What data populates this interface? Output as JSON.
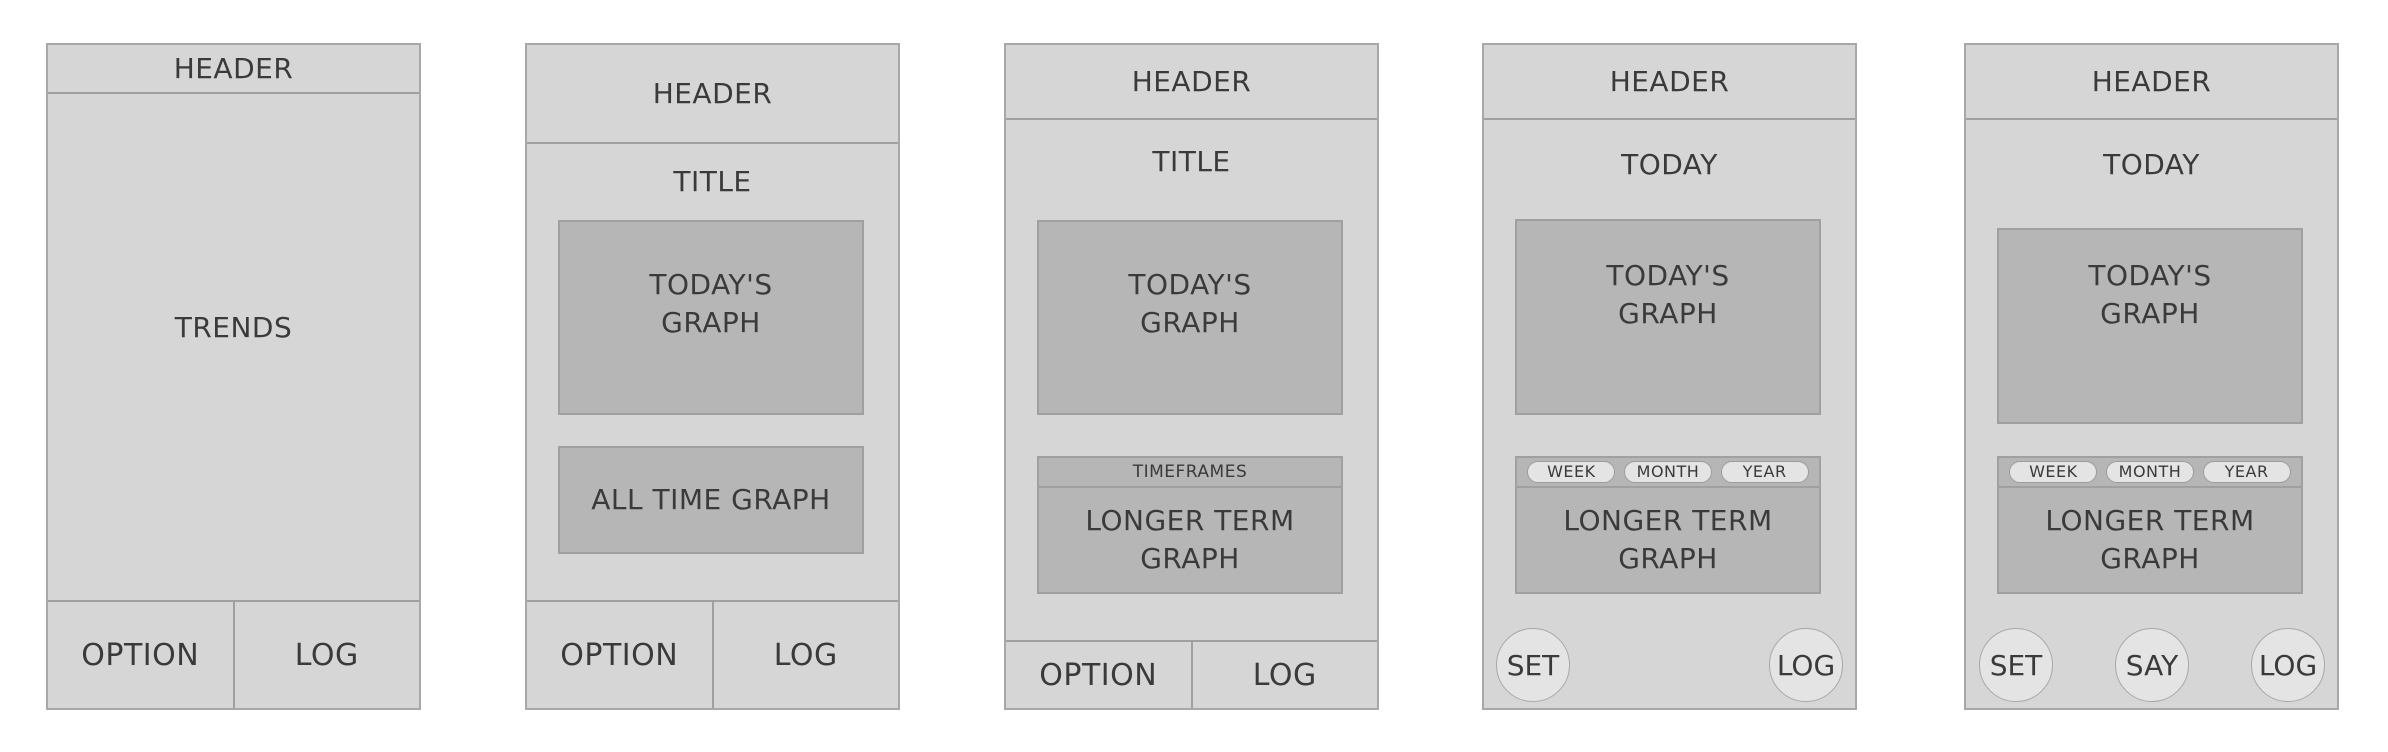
{
  "wireframes": [
    {
      "header": "HEADER",
      "body": "TRENDS",
      "footer": [
        "OPTION",
        "LOG"
      ]
    },
    {
      "header": "HEADER",
      "title": "TITLE",
      "todays_graph": [
        "TODAY'S",
        "GRAPH"
      ],
      "all_time_graph": "ALL TIME GRAPH",
      "footer": [
        "OPTION",
        "LOG"
      ]
    },
    {
      "header": "HEADER",
      "title": "TITLE",
      "todays_graph": [
        "TODAY'S",
        "GRAPH"
      ],
      "timeframes_label": "TIMEFRAMES",
      "longer_term_graph": [
        "LONGER TERM",
        "GRAPH"
      ],
      "footer": [
        "OPTION",
        "LOG"
      ]
    },
    {
      "header": "HEADER",
      "title": "TODAY",
      "todays_graph": [
        "TODAY'S",
        "GRAPH"
      ],
      "timeframe_buttons": [
        "WEEK",
        "MONTH",
        "YEAR"
      ],
      "longer_term_graph": [
        "LONGER TERM",
        "GRAPH"
      ],
      "round_buttons": [
        "SET",
        "LOG"
      ]
    },
    {
      "header": "HEADER",
      "title": "TODAY",
      "todays_graph": [
        "TODAY'S",
        "GRAPH"
      ],
      "timeframe_buttons": [
        "WEEK",
        "MONTH",
        "YEAR"
      ],
      "longer_term_graph": [
        "LONGER TERM",
        "GRAPH"
      ],
      "round_buttons": [
        "SET",
        "SAY",
        "LOG"
      ]
    }
  ]
}
